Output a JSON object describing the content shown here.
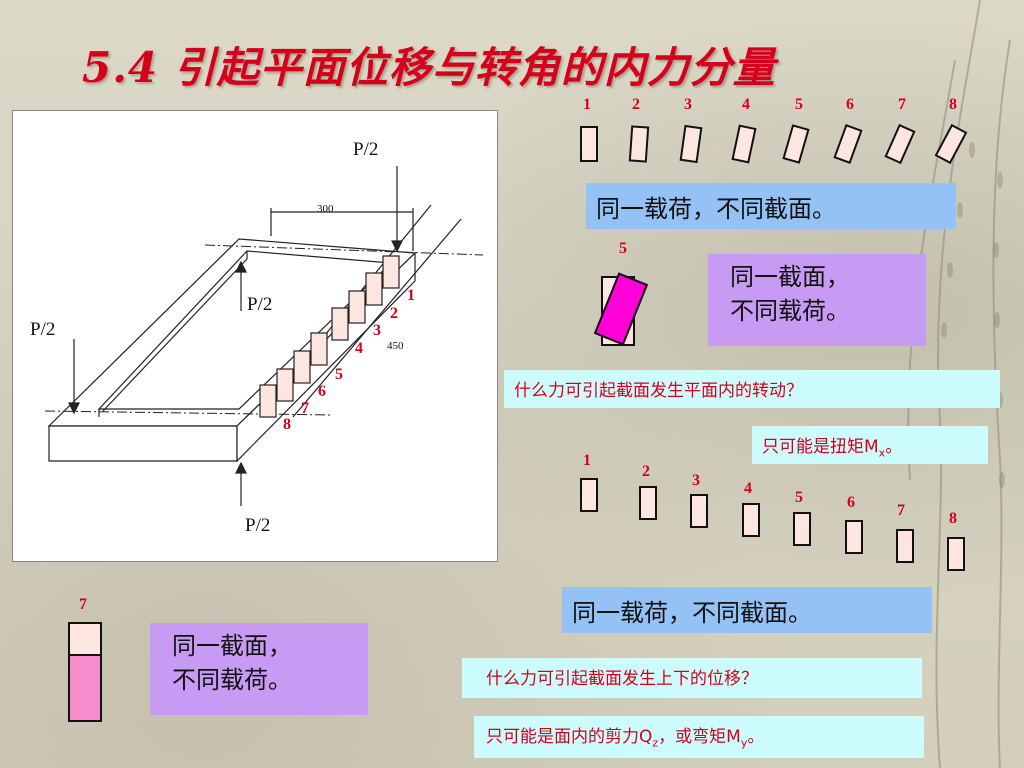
{
  "title": "5.4 引起平面位移与转角的内力分量",
  "diagram": {
    "load_top": "P/2",
    "load_left": "P/2",
    "load_inner": "P/2",
    "load_bottom": "P/2",
    "dim_300": "300",
    "dim_450": "450",
    "section_numbers": [
      "1",
      "2",
      "3",
      "4",
      "5",
      "6",
      "7",
      "8"
    ]
  },
  "row1": {
    "numbers": [
      "1",
      "2",
      "3",
      "4",
      "5",
      "6",
      "7",
      "8"
    ],
    "caption": "同一载荷，不同截面。"
  },
  "section5": {
    "number": "5",
    "caption_line1": "同一截面，",
    "caption_line2": "不同载荷。"
  },
  "question1": "什么力可引起截面发生平面内的转动？",
  "answer1": {
    "text": "只可能是扭矩M",
    "sub": "x",
    "end": "。"
  },
  "row2": {
    "numbers": [
      "1",
      "2",
      "3",
      "4",
      "5",
      "6",
      "7",
      "8"
    ],
    "caption": "同一载荷，不同截面。"
  },
  "section7": {
    "number": "7",
    "caption_line1": "同一截面，",
    "caption_line2": "不同载荷。"
  },
  "question2": "什么力可引起截面发生上下的位移？",
  "answer2": {
    "text": "只可能是面内的剪力Q",
    "sub1": "z",
    "mid": "，或弯矩M",
    "sub2": "y",
    "end": "。"
  },
  "colors": {
    "title_red": "#d4001c",
    "block_fill": "#fde6e0",
    "magenta": "#ff00d8",
    "pink": "#f58ccb",
    "blue_label": "#95c2f5",
    "purple_label": "#c79af3",
    "cyan_label": "#cdfcfc"
  }
}
